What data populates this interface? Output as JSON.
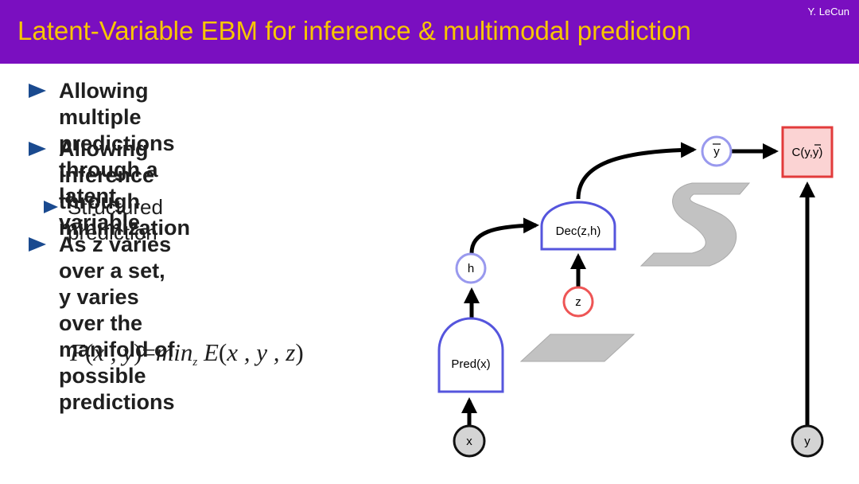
{
  "header": {
    "title": "Latent-Variable EBM for inference & multimodal prediction",
    "author": "Y. LeCun",
    "bg_color": "#7a0fc0",
    "title_color": "#f7c600"
  },
  "bullets": [
    {
      "level": 1,
      "lines": [
        "Allowing multiple predictions",
        "through a latent variable"
      ]
    },
    {
      "level": 1,
      "lines": [
        "Allowing inference through",
        "minimization"
      ]
    },
    {
      "level": 2,
      "lines": [
        "Structured prediction"
      ]
    },
    {
      "level": 1,
      "lines": [
        "As z varies over a set, y varies",
        "over the manifold of possible",
        "predictions"
      ]
    }
  ],
  "formula": {
    "lhs": "F",
    "lhs_args": "x , y",
    "op": "min",
    "sub": "z",
    "rhs": "E",
    "rhs_args": "x , y , z"
  },
  "diagram": {
    "nodes": {
      "x": "x",
      "y": "y",
      "h": "h",
      "z": "z",
      "ybar": "y",
      "pred": "Pred(x)",
      "dec": "Dec(z,h)",
      "cost": "C(y,y)"
    },
    "colors": {
      "module_stroke": "#5555dd",
      "variable_stroke": "#9999ee",
      "latent_stroke": "#ee5555",
      "cost_stroke": "#e23b3b",
      "cost_fill": "#fbd3d3",
      "observed_fill": "#d4d4d4",
      "shape_fill": "#c2c2c2"
    }
  }
}
